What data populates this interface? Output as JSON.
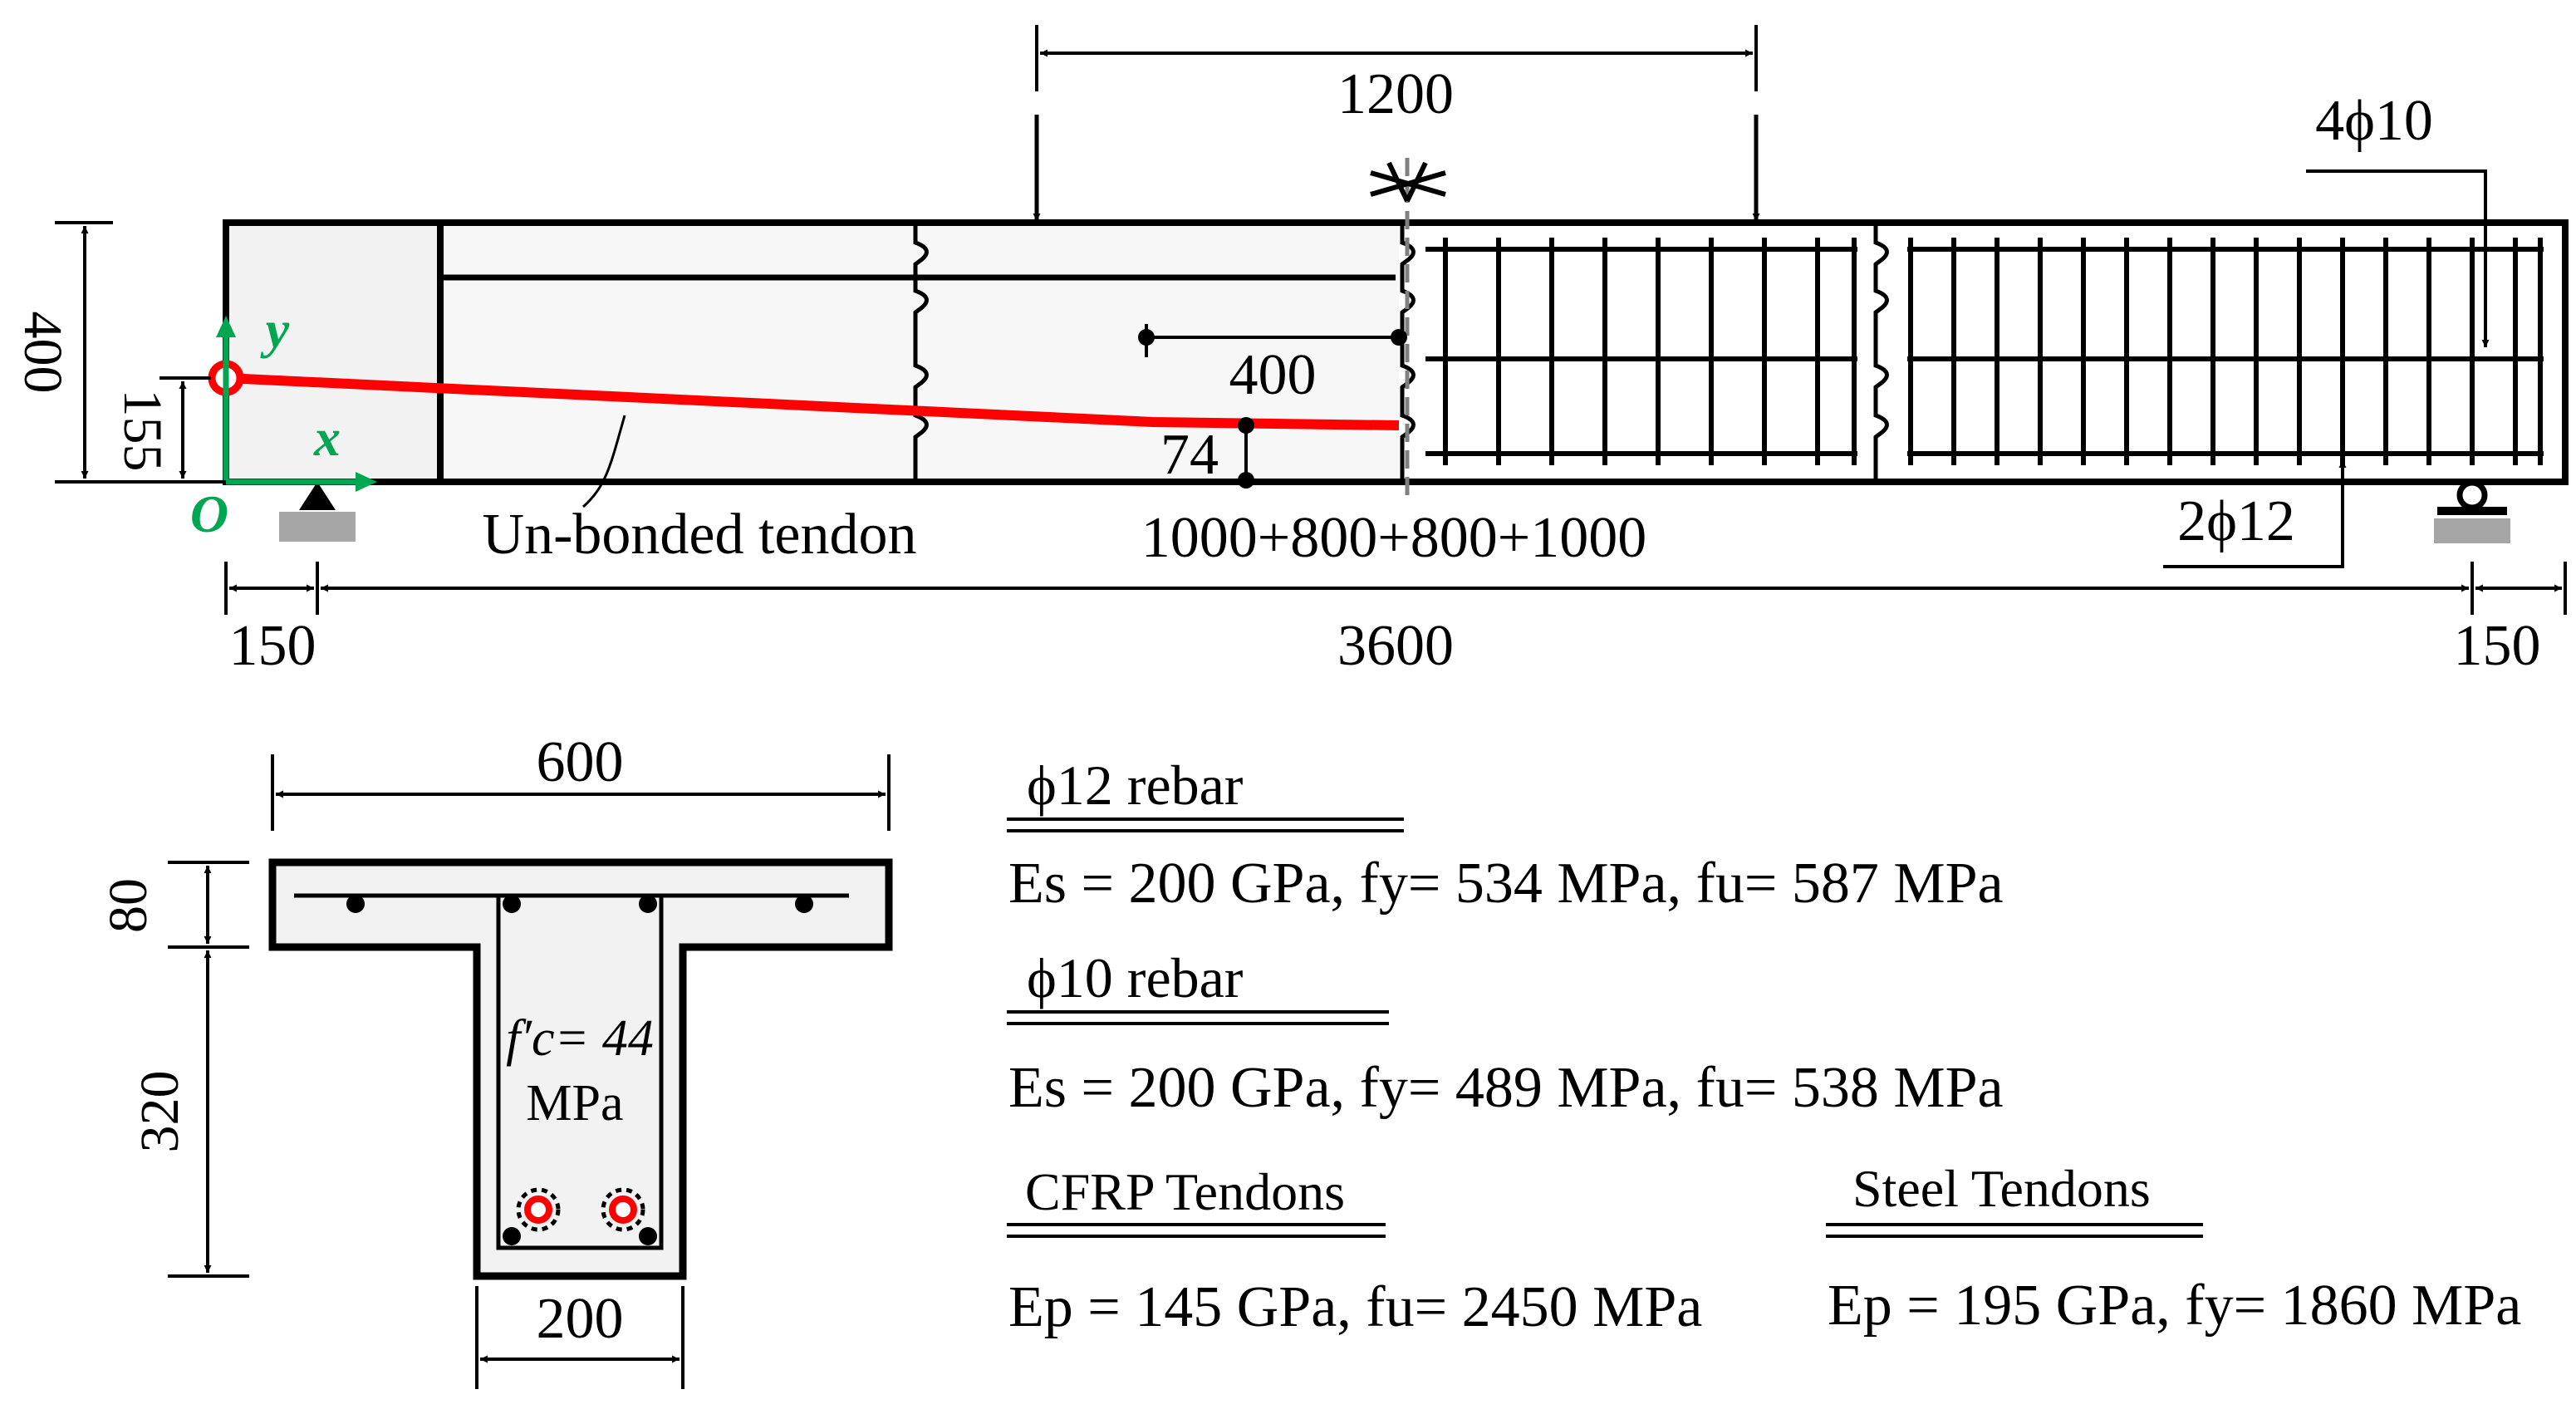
{
  "elevation": {
    "dims": {
      "load_spacing": "1200",
      "height_total": "400",
      "tendon_end_height": "155",
      "tendon_mid_offset": "400",
      "tendon_mid_height": "74",
      "segments": "1000+800+800+1000",
      "left_overhang": "150",
      "span": "3600",
      "right_overhang": "150"
    },
    "labels": {
      "top_rebar": "4ϕ10",
      "bottom_rebar": "2ϕ12",
      "tendon": "Un-bonded tendon",
      "axis_y": "y",
      "axis_x": "x",
      "origin": "O"
    }
  },
  "section": {
    "width_top": "600",
    "flange_thickness": "80",
    "web_height": "320",
    "web_width": "200",
    "concrete_label": "f′c= 44",
    "concrete_unit": "MPa"
  },
  "materials": {
    "rebar12": {
      "title": "ϕ12 rebar",
      "props": "Es = 200 GPa, fy= 534 MPa, fu= 587 MPa"
    },
    "rebar10": {
      "title": "ϕ10 rebar",
      "props": "Es = 200 GPa, fy= 489 MPa, fu= 538 MPa"
    },
    "cfrp": {
      "title": "CFRP Tendons",
      "props": "Ep = 145 GPa,  fu= 2450 MPa"
    },
    "steel": {
      "title": "Steel Tendons",
      "props": "Ep = 195 GPa, fy= 1860 MPa"
    }
  },
  "colors": {
    "tendon": "#ff0000",
    "axes": "#00a651",
    "concrete": "#f2f2f2",
    "support": "#a6a6a6"
  }
}
